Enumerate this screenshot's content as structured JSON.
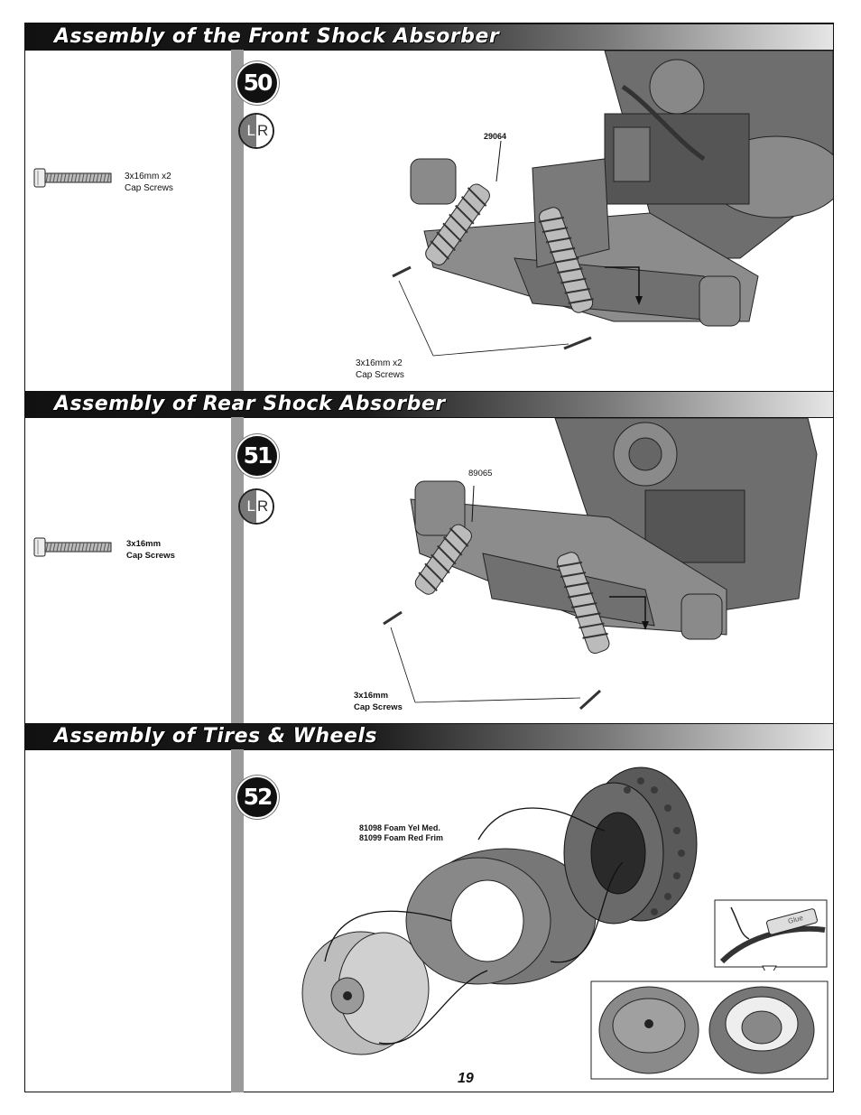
{
  "sections": [
    {
      "title": "Assembly of the Front Shock Absorber",
      "step": "50",
      "lr": {
        "left": "L",
        "right": "R"
      },
      "screw_label": [
        "3x16mm x2",
        "Cap Screws"
      ],
      "part_no": "29064",
      "callout": [
        "3x16mm x2",
        "Cap Screws"
      ]
    },
    {
      "title": "Assembly of Rear Shock Absorber",
      "step": "51",
      "lr": {
        "left": "L",
        "right": "R"
      },
      "screw_label": [
        "3x16mm",
        "Cap Screws"
      ],
      "part_no": "89065",
      "callout": [
        "3x16mm",
        "Cap Screws"
      ]
    },
    {
      "title": "Assembly of Tires & Wheels",
      "step": "52",
      "foam_label": [
        "81098 Foam Yel Med.",
        "81099 Foam Red Frim"
      ],
      "glue_label": "Glue"
    }
  ],
  "page_number": "19"
}
